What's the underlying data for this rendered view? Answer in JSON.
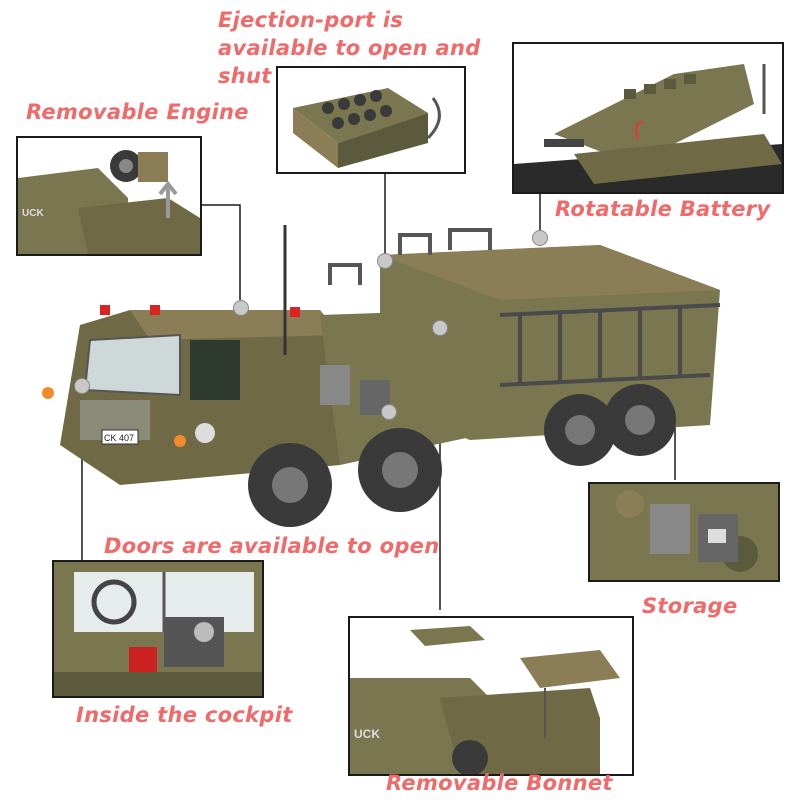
{
  "labels": {
    "ejection_port": "Ejection-port is available to open and shut",
    "removable_engine": "Removable Engine",
    "rotatable_battery": "Rotatable Battery",
    "doors": "Doors are available to open",
    "storage": "Storage",
    "cockpit": "Inside the cockpit",
    "bonnet": "Removable Bonnet"
  },
  "truck": {
    "plate": "CK 407",
    "grille_text": "UCK"
  },
  "colors": {
    "label": "#f06a6a",
    "camo_base": "#7a7650",
    "tire": "#3a3a3a",
    "frame": "#1a1a1a"
  }
}
